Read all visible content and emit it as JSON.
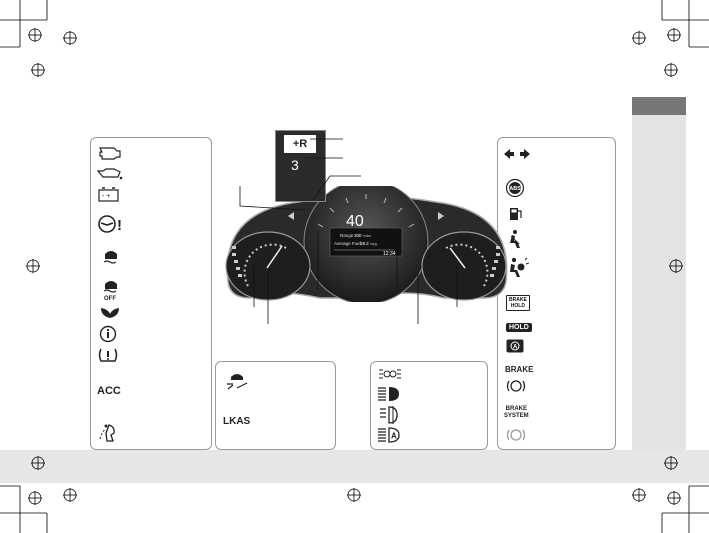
{
  "cluster": {
    "gear_display": "3",
    "speed": "40",
    "range_label": "Range",
    "range_value": "300",
    "range_unit": "miles",
    "avg_fuel_label": "Average Fuel",
    "avg_fuel_value": "29.2",
    "avg_fuel_unit": "mpg",
    "time": "12:34"
  },
  "panel_left": {
    "acc_label": "ACC"
  },
  "panel_lkas": {
    "lkas_label": "LKAS"
  },
  "panel_right": {
    "brake_hold_label_line1": "BRAKE",
    "brake_hold_label_line2": "HOLD",
    "hold_label": "HOLD",
    "brake_label": "BRAKE",
    "brake_system_line1": "BRAKE",
    "brake_system_line2": "SYSTEM"
  },
  "colors": {
    "panel_border": "#9a9a9a",
    "side_tab": "#777777",
    "grey_band": "#e6e6e6",
    "cluster_dark": "#1a1a1a"
  }
}
